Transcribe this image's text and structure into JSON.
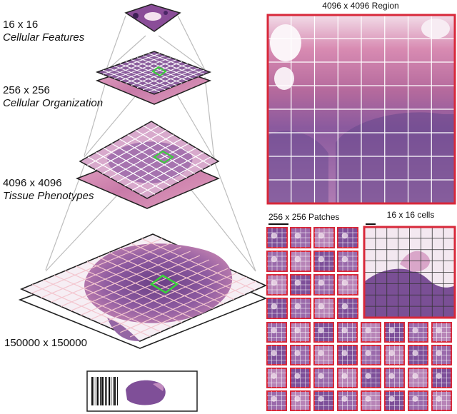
{
  "levels": [
    {
      "size": "16 x 16",
      "description": "Cellular Features"
    },
    {
      "size": "256 x 256",
      "description": "Cellular Organization"
    },
    {
      "size": "4096 x 4096",
      "description": "Tissue Phenotypes"
    },
    {
      "size": "150000 x 150000",
      "description": ""
    }
  ],
  "panels": {
    "region_title": "4096 x 4096 Region",
    "patches_title": "256 x 256 Patches",
    "cells_title": "16 x 16 cells"
  },
  "colors": {
    "tissue_pink": "#e6a6c4",
    "tissue_purple": "#7b4d93",
    "grid_red": "#d8283a",
    "highlight_green": "#3ad23a",
    "connector_gray": "#bdbdbd"
  }
}
